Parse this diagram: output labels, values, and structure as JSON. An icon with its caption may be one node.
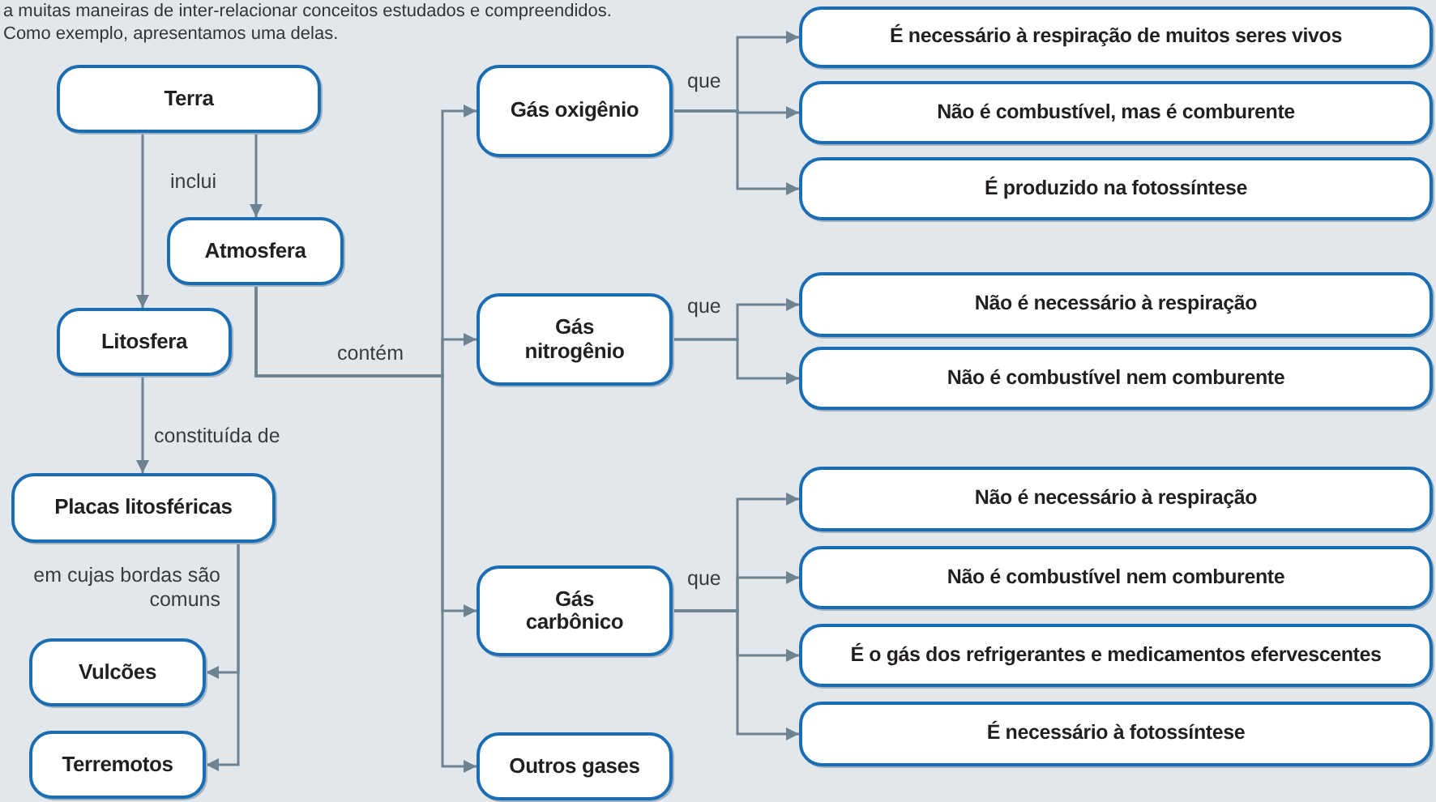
{
  "diagram": {
    "nodes": [
      {
        "text": [
          "Terra"
        ]
      },
      {
        "text": [
          "Atmosfera"
        ]
      },
      {
        "text": [
          "Litosfera"
        ]
      },
      {
        "text": [
          "Placas litosféricas"
        ]
      },
      {
        "text": [
          "Vulcões"
        ]
      },
      {
        "text": [
          "Terremotos"
        ]
      },
      {
        "text": [
          "Gás oxigênio"
        ]
      },
      {
        "text": [
          "É necessário à respiração de muitos seres vivos"
        ]
      },
      {
        "text": [
          "Não é combustível, mas é comburente"
        ]
      },
      {
        "text": [
          "É produzido na fotossíntese"
        ]
      },
      {
        "text": [
          "Gás nitrogênio"
        ]
      },
      {
        "text": [
          "Não é necessário à respiração"
        ]
      },
      {
        "text": [
          "Não é combustível nem comburente"
        ]
      },
      {
        "text": [
          "Gás carbônico"
        ]
      },
      {
        "text": [
          "Não é necessário à respiração"
        ]
      },
      {
        "text": [
          "Não é combustível nem comburente"
        ]
      },
      {
        "text": [
          "É o gás dos refrigerantes e medicamentos efervescentes"
        ]
      },
      {
        "text": [
          "É necessário à fotossíntese"
        ]
      },
      {
        "text": [
          "Outros gases"
        ]
      }
    ],
    "edges": [
      {
        "from": 0,
        "to": 1,
        "arrow": "to",
        "label": "inclui"
      },
      {
        "from": 0,
        "to": 2,
        "arrow": "to"
      },
      {
        "from": 2,
        "to": 3,
        "arrow": "to",
        "label": "constituída de"
      },
      {
        "from": 3,
        "to": 4,
        "arrow": "to",
        "label": "em cujas bordas são comuns"
      },
      {
        "from": 3,
        "to": 5,
        "arrow": "to"
      },
      {
        "from": 1,
        "to": 6,
        "arrow": "to",
        "label": "contém"
      },
      {
        "from": 1,
        "to": 10,
        "arrow": "to"
      },
      {
        "from": 1,
        "to": 13,
        "arrow": "to"
      },
      {
        "from": 1,
        "to": 18,
        "arrow": "to"
      },
      {
        "from": 6,
        "to": 7,
        "arrow": "to",
        "label": "que"
      },
      {
        "from": 6,
        "to": 8,
        "arrow": "to"
      },
      {
        "from": 6,
        "to": 9,
        "arrow": "to"
      },
      {
        "from": 10,
        "to": 11,
        "arrow": "to",
        "label": "que"
      },
      {
        "from": 10,
        "to": 12,
        "arrow": "to"
      },
      {
        "from": 13,
        "to": 14,
        "arrow": "to",
        "label": "que"
      },
      {
        "from": 13,
        "to": 15,
        "arrow": "to"
      },
      {
        "from": 13,
        "to": 16,
        "arrow": "to"
      },
      {
        "from": 13,
        "to": 17,
        "arrow": "to"
      }
    ],
    "labels": [
      "a muitas maneiras de inter-relacionar conceitos estudados e compreendidos. Como exemplo, apresentamos uma delas."
    ]
  }
}
